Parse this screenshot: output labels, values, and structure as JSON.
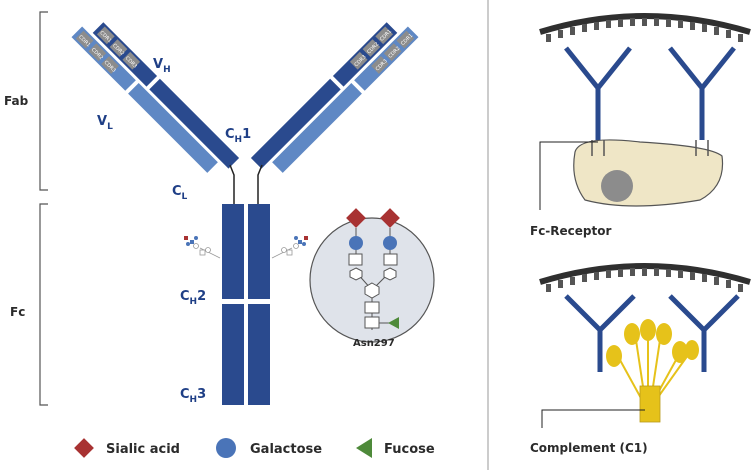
{
  "labels": {
    "fab": "Fab",
    "fc": "Fc",
    "vh": "V",
    "vh_sub": "H",
    "vl": "V",
    "vl_sub": "L",
    "ch1": "C",
    "ch1_sub": "H",
    "ch1_num": "1",
    "cl": "C",
    "cl_sub": "L",
    "ch2": "C",
    "ch2_sub": "H",
    "ch2_num": "2",
    "ch3": "C",
    "ch3_sub": "H",
    "ch3_num": "3",
    "cdr1": "CDR1",
    "cdr2": "CDR2",
    "cdr3": "CDR3",
    "asn297": "Asn297",
    "fc_receptor": "Fc-Receptor",
    "complement": "Complement (C1)"
  },
  "legend": [
    {
      "label": "Sialic acid",
      "color": "#a83232",
      "shape": "diamond"
    },
    {
      "label": "Galactose",
      "color": "#4a74b8",
      "shape": "circle"
    },
    {
      "label": "Fucose",
      "color": "#4e8a3a",
      "shape": "triangle"
    }
  ],
  "colors": {
    "heavy_chain": "#2a4a8e",
    "light_chain": "#5f88c4",
    "cdr": "#8c8c8c",
    "membrane": "#2f2f2f",
    "cell": "#efe6c6",
    "nucleus": "#8c8c8c",
    "c1": "#e6c21a"
  }
}
